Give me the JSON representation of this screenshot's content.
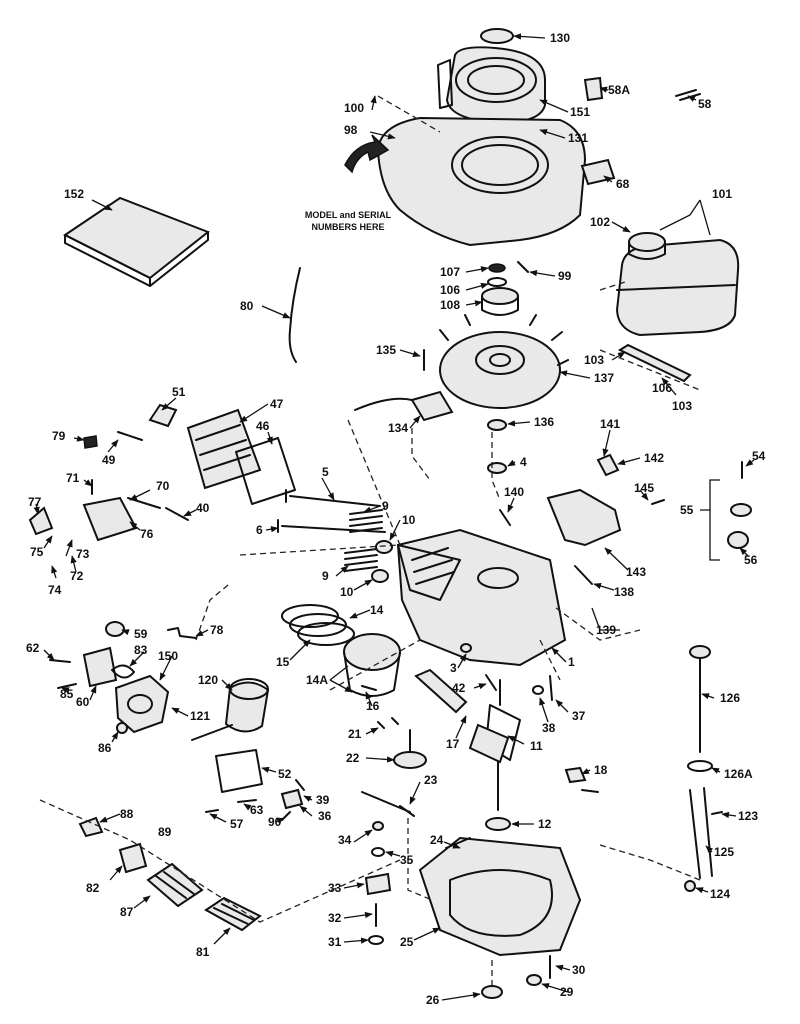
{
  "note": {
    "line1": "MODEL and SERIAL",
    "line2": "NUMBERS HERE"
  },
  "labels": [
    "130",
    "58A",
    "58",
    "151",
    "100",
    "131",
    "98",
    "68",
    "152",
    "101",
    "102",
    "107",
    "99",
    "106",
    "108",
    "80",
    "135",
    "137",
    "103",
    "106",
    "103",
    "51",
    "47",
    "79",
    "46",
    "134",
    "136",
    "49",
    "4",
    "141",
    "142",
    "71",
    "5",
    "70",
    "140",
    "54",
    "145",
    "55",
    "77",
    "40",
    "9",
    "10",
    "76",
    "75",
    "6",
    "73",
    "72",
    "9",
    "10",
    "143",
    "56",
    "74",
    "138",
    "14",
    "139",
    "62",
    "59",
    "78",
    "83",
    "150",
    "15",
    "14A",
    "1",
    "85",
    "60",
    "120",
    "3",
    "42",
    "16",
    "126",
    "121",
    "38",
    "37",
    "86",
    "21",
    "11",
    "17",
    "52",
    "22",
    "126A",
    "18",
    "57",
    "63",
    "39",
    "36",
    "90",
    "23",
    "88",
    "89",
    "12",
    "123",
    "34",
    "35",
    "24",
    "125",
    "82",
    "33",
    "87",
    "124",
    "32",
    "31",
    "25",
    "81",
    "30",
    "26",
    "29"
  ],
  "colors": {
    "ink": "#111111",
    "paper": "#ffffff"
  }
}
